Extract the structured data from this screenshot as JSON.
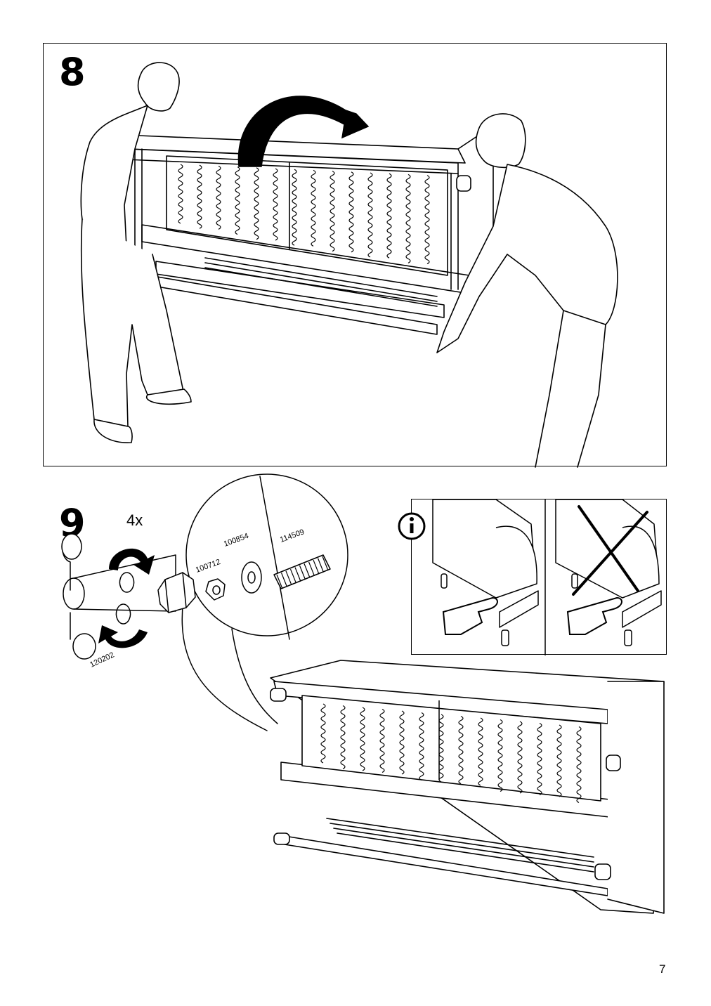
{
  "steps": [
    {
      "number": "8"
    },
    {
      "number": "9",
      "quantity": "4x",
      "parts": [
        "120202",
        "100712",
        "100854",
        "114509"
      ],
      "info_icon": "info-icon"
    }
  ],
  "page_number": "7"
}
